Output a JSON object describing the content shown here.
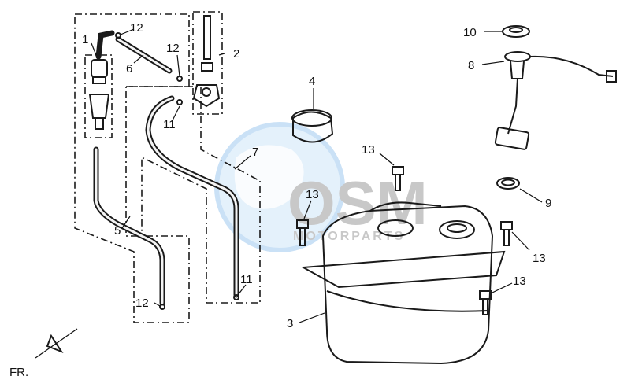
{
  "callouts": {
    "c1": "1",
    "c2": "2",
    "c3": "3",
    "c4": "4",
    "c5": "5",
    "c6": "6",
    "c7": "7",
    "c8": "8",
    "c9": "9",
    "c10": "10",
    "c11a": "11",
    "c11b": "11",
    "c12a": "12",
    "c12b": "12",
    "c12c": "12",
    "c13a": "13",
    "c13b": "13",
    "c13c": "13",
    "c13d": "13"
  },
  "direction": {
    "label": "FR."
  },
  "watermark": {
    "brand": "OSM",
    "subtitle": "MOTORPARTS"
  },
  "colors": {
    "line": "#1a1a1a",
    "watermark_blue": "#3a8fd6",
    "watermark_gray": "#8a8a8a"
  }
}
